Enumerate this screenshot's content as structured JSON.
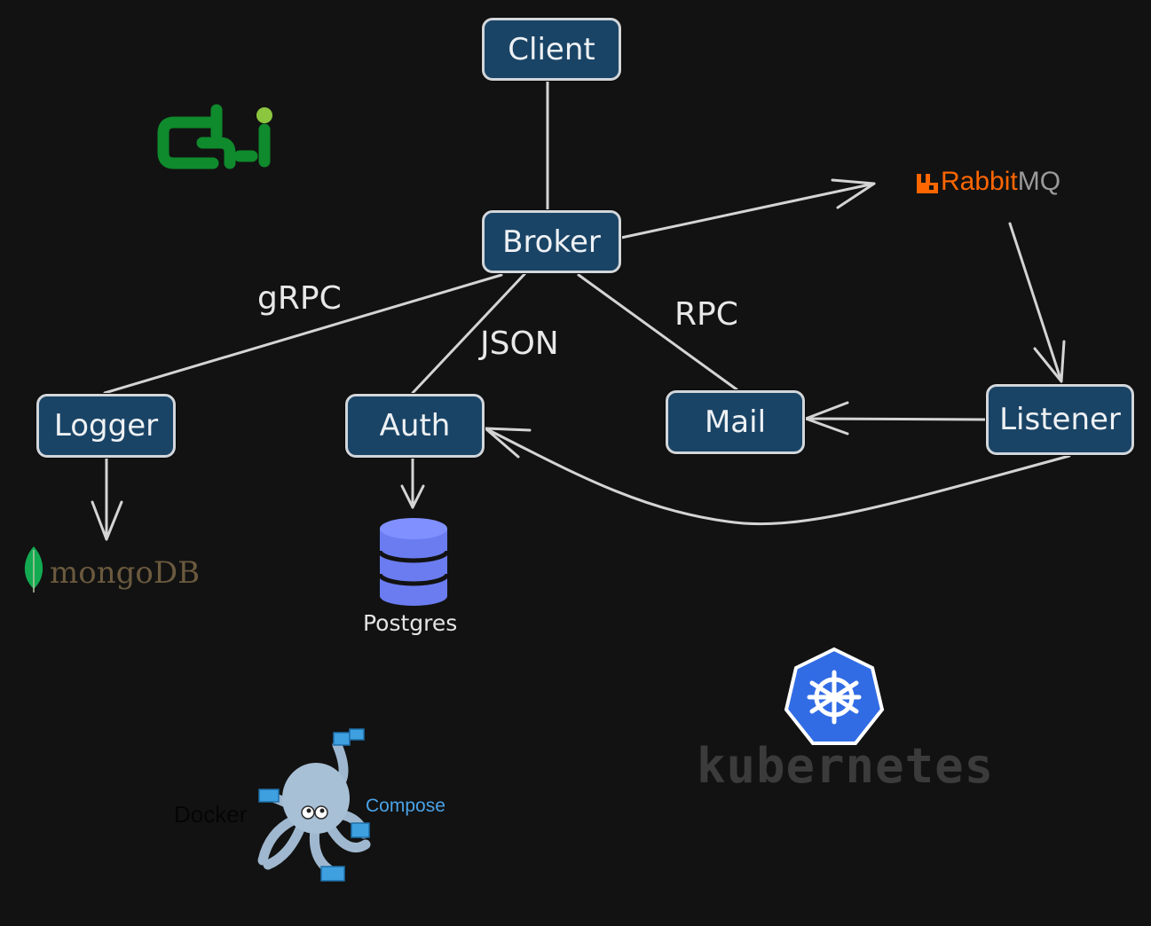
{
  "nodes": {
    "client": "Client",
    "broker": "Broker",
    "logger": "Logger",
    "auth": "Auth",
    "mail": "Mail",
    "listener": "Listener"
  },
  "edge_labels": {
    "grpc": "gRPC",
    "json": "JSON",
    "rpc": "RPC"
  },
  "logos": {
    "chi": {
      "text": "chi",
      "color": "#0f8a2c",
      "accent": "#8cc63f"
    },
    "rabbitmq": {
      "text_a": "Rabbit",
      "text_b": "MQ",
      "color": "#ff6600",
      "color_b": "#999999"
    },
    "mongodb": {
      "text": "mongoDB",
      "color": "#6b5a3e",
      "leaf": "#13aa52"
    },
    "postgres": {
      "label": "Postgres",
      "color": "#6a7cf0"
    },
    "docker_compose": {
      "text_a": "Docker",
      "text_b": "Compose",
      "color_b": "#4aa3e8"
    },
    "kubernetes": {
      "text": "kubernetes",
      "color": "#3b3b3b",
      "badge": "#326ce5"
    }
  },
  "colors": {
    "background": "#121212",
    "node_fill": "#1a4466",
    "line": "#d2d6da"
  }
}
